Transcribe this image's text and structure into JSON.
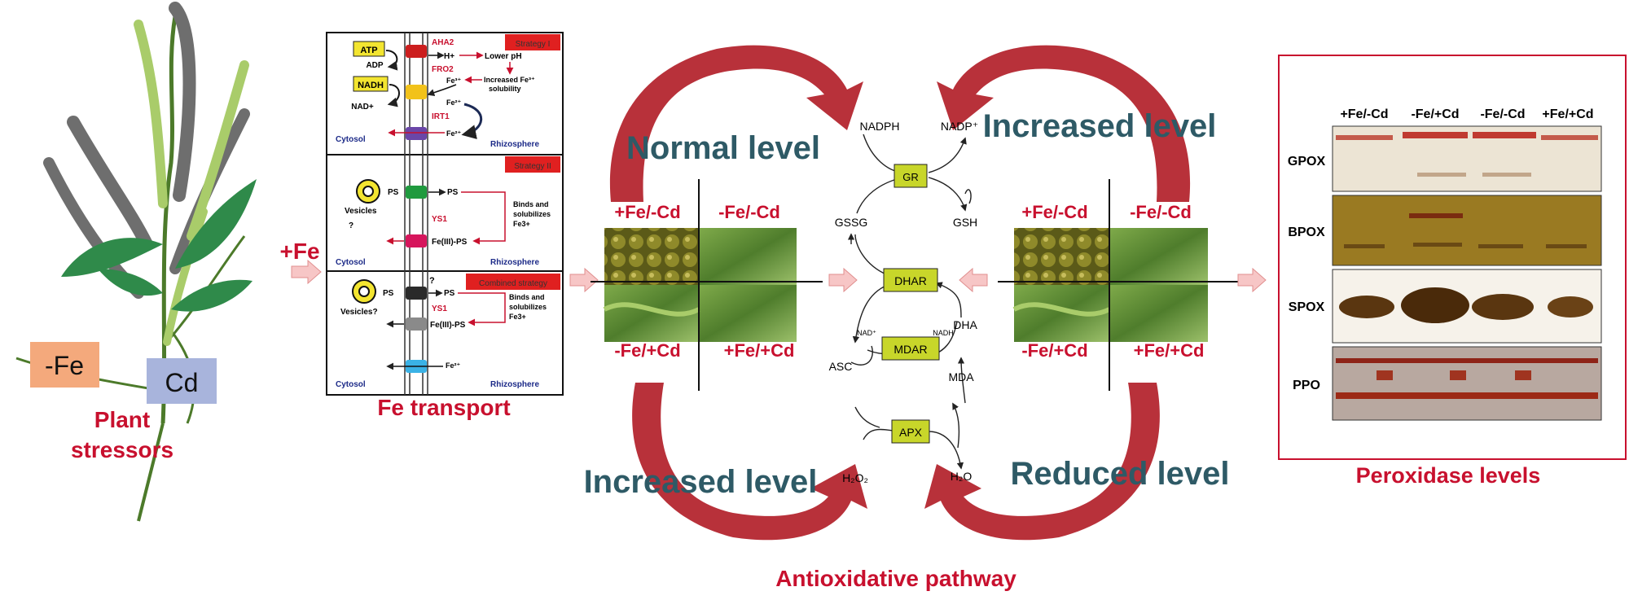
{
  "plant": {
    "stressor_fe": "-Fe",
    "stressor_cd": "Cd",
    "caption_line1": "Plant",
    "caption_line2": "stressors",
    "fe_color": "#f4a97c",
    "cd_color": "#a8b4dc"
  },
  "plus_fe": "+Fe",
  "transport": {
    "caption": "Fe transport",
    "strategy1": "Strategy I",
    "strategy2": "Strategy II",
    "combined": "Combined strategy",
    "atp": "ATP",
    "adp": "ADP",
    "nadh": "NADH",
    "nad": "NAD+",
    "aha2": "AHA2",
    "h_plus": "H+",
    "lower_ph": "Lower pH",
    "fro2": "FRO2",
    "fe3": "Fe³⁺",
    "increased_sol_1": "Increased Fe³⁺",
    "increased_sol_2": "solubility",
    "fe2": "Fe²⁺",
    "irt1": "IRT1",
    "cytosol": "Cytosol",
    "rhizosphere": "Rhizosphere",
    "ps": "PS",
    "vesicles_1": "Vesicles",
    "vesicles_q": "?",
    "ys1": "YS1",
    "fe_ps": "Fe(III)-PS",
    "binds_1": "Binds and",
    "binds_2": "solubilizes",
    "binds_3": "Fe3+",
    "vesicles_2": "Vesicles?",
    "q": "?"
  },
  "photo_left": {
    "tl": "+Fe/-Cd",
    "tr": "-Fe/-Cd",
    "bl": "-Fe/+Cd",
    "br": "+Fe/+Cd"
  },
  "photo_right": {
    "tl": "+Fe/-Cd",
    "tr": "-Fe/-Cd",
    "bl": "-Fe/+Cd",
    "br": "+Fe/+Cd"
  },
  "levels": {
    "top_left": "Normal level",
    "top_right": "Increased level",
    "bottom_left": "Increased level",
    "bottom_right": "Reduced level"
  },
  "pathway": {
    "caption": "Antioxidative pathway",
    "nadph": "NADPH",
    "nadp": "NADP⁺",
    "gr": "GR",
    "gssg": "GSSG",
    "gsh": "GSH",
    "dhar": "DHAR",
    "nad_plus": "NAD⁺",
    "nadh": "NADH",
    "dha": "DHA",
    "mdar": "MDAR",
    "asc": "ASC",
    "mda": "MDA",
    "apx": "APX",
    "h2o2": "H₂O₂",
    "h2o": "H₂O"
  },
  "peroxidase": {
    "caption": "Peroxidase levels",
    "columns": [
      "+Fe/-Cd",
      "-Fe/+Cd",
      "-Fe/-Cd",
      "+Fe/+Cd"
    ],
    "rows": [
      "GPOX",
      "BPOX",
      "SPOX",
      "PPO"
    ]
  },
  "colors": {
    "accent_red": "#c8102e",
    "teal": "#2e5a66",
    "arrow_red": "#b8313a",
    "enzyme_box": "#c8d62a",
    "pink_arrow": "#f7c6c6"
  }
}
